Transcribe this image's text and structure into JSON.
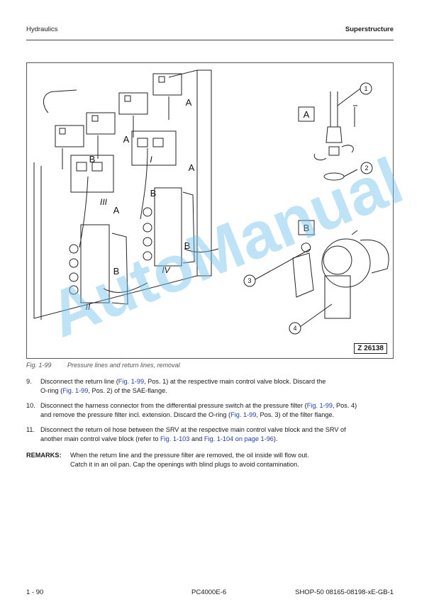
{
  "header": {
    "section": "Hydraulics",
    "chapter": "Superstructure"
  },
  "figure": {
    "code": "Z 26138",
    "detail_labels": [
      "A",
      "B"
    ],
    "callouts": [
      "1",
      "2",
      "3",
      "4"
    ],
    "valve_labels": [
      "A",
      "B",
      "A",
      "B",
      "A",
      "B",
      "A",
      "B",
      "I",
      "II",
      "III",
      "IV"
    ]
  },
  "caption": {
    "number": "Fig. 1-99",
    "text": "Pressure lines and return lines, removal"
  },
  "steps": [
    {
      "num": "9.",
      "l1a": "Disconnect the return line (",
      "l1link": "Fig. 1-99",
      "l1b": ", Pos. 1) at the respective main control valve block. Discard the",
      "l2a": "O-ring (",
      "l2link": "Fig. 1-99",
      "l2b": ", Pos. 2) of the SAE-flange."
    },
    {
      "num": "10.",
      "l1a": "Disconnect the harness connector from the differential pressure switch at the pressure filter (",
      "l1link": "Fig. 1-99",
      "l1b": ", Pos. 4)",
      "l2a": "and remove the pressure filter incl. extension. Discard the O-ring (",
      "l2link": "Fig. 1-99",
      "l2b": ", Pos. 3) of the filter flange."
    },
    {
      "num": "11.",
      "l1": "Disconnect the return oil hose between the SRV at the respective main control valve block and the SRV of",
      "l2a": "another main control valve block (refer to ",
      "l2link1": "Fig. 1-103",
      "l2mid": " and ",
      "l2link2": "Fig. 1-104 on page 1-96",
      "l2b": ")."
    }
  ],
  "remarks": {
    "label": "REMARKS:",
    "line1": "When the return line and the pressure filter are removed, the oil inside will flow out.",
    "line2": "Catch it in an oil pan. Cap the openings with blind plugs to avoid contamination."
  },
  "footer": {
    "page": "1 - 90",
    "model": "PC4000E-6",
    "doc": "SHOP-50 08165-08198-xE-GB-1"
  },
  "watermark": "AutoManual"
}
